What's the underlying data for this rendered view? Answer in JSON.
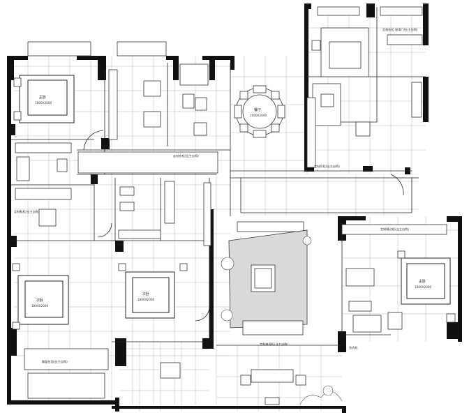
{
  "plan": {
    "bedrooms": [
      {
        "id": "master",
        "name": "主卧",
        "size": "1800X2000"
      },
      {
        "id": "sw",
        "name": "次卧",
        "size": "1800X2000"
      },
      {
        "id": "center",
        "name": "次卧",
        "size": "1800X2000"
      },
      {
        "id": "east",
        "name": "主卧",
        "size": "1800X2000"
      }
    ],
    "dining": {
      "name": "餐厅",
      "size": "2000X2000"
    },
    "notes": [
      {
        "id": "n-wardrobe-1",
        "text": "定制衣柜(业主自购)"
      },
      {
        "id": "n-shoe",
        "text": "定制鞋柜(业主自购)"
      },
      {
        "id": "n-pantry",
        "text": "定制吊柜(业主自购)"
      },
      {
        "id": "n-tv",
        "text": "定制电视柜(业主自购)"
      },
      {
        "id": "n-cabinet-2",
        "text": "定制餐边柜(业主自购)"
      },
      {
        "id": "n-bay",
        "text": "飘窗台面(业主自购)"
      },
      {
        "id": "n-glass",
        "text": "定制衣柜 玻璃门(业主自购)"
      },
      {
        "id": "n-wash",
        "text": "洗衣机"
      }
    ]
  }
}
